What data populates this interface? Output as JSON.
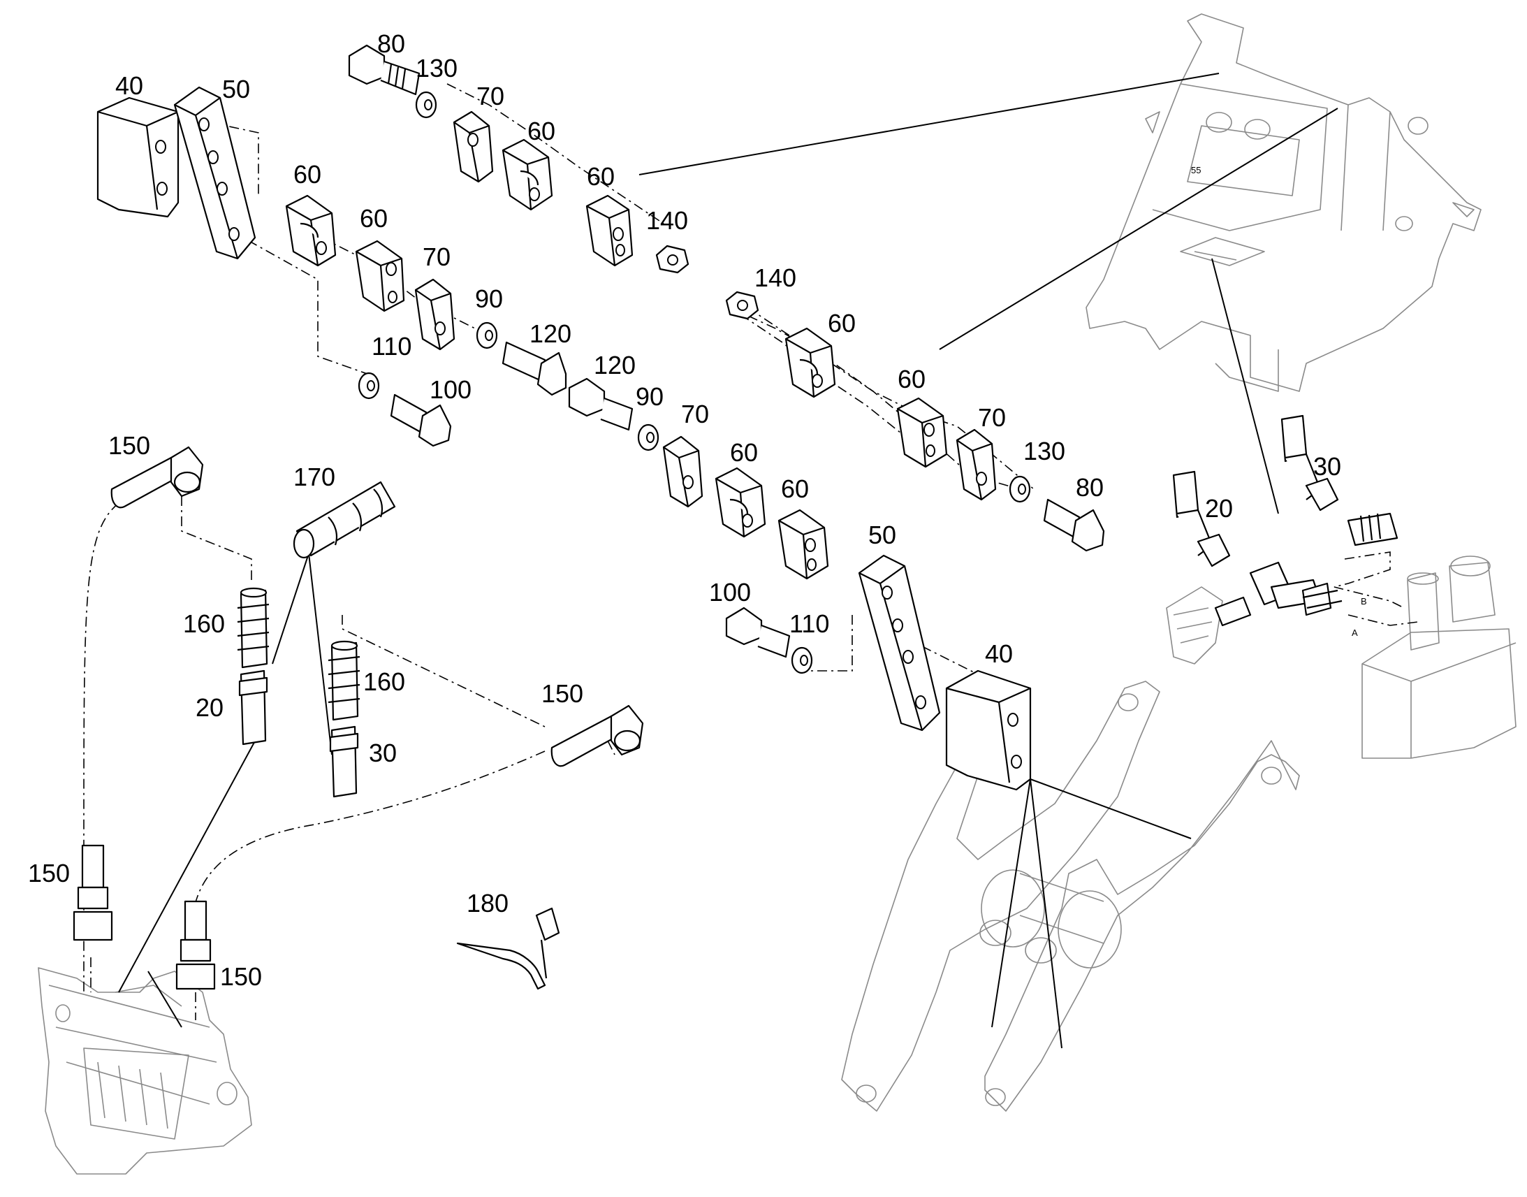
{
  "callouts": {
    "c80a": "80",
    "c130a": "130",
    "c70a": "70",
    "c60a": "60",
    "c60b": "60",
    "c140a": "140",
    "c40a": "40",
    "c50a": "50",
    "c60c": "60",
    "c60d": "60",
    "c70b": "70",
    "c90a": "90",
    "c110a": "110",
    "c120a": "120",
    "c100a": "100",
    "c140b": "140",
    "c60e": "60",
    "c120b": "120",
    "c90b": "90",
    "c70c": "70",
    "c60f": "60",
    "c60g": "60",
    "c70d": "70",
    "c130b": "130",
    "c80b": "80",
    "c60h": "60",
    "c50b": "50",
    "c40b": "40",
    "c100b": "100",
    "c110b": "110",
    "c150a": "150",
    "c170": "170",
    "c160a": "160",
    "c20a": "20",
    "c160b": "160",
    "c30a": "30",
    "c150b": "150",
    "c150c": "150",
    "c150d": "150",
    "c180": "180",
    "c20b": "20",
    "c30b": "30"
  },
  "valve_ports": {
    "port_a": "A",
    "port_b": "B"
  },
  "frame_marking": "55"
}
